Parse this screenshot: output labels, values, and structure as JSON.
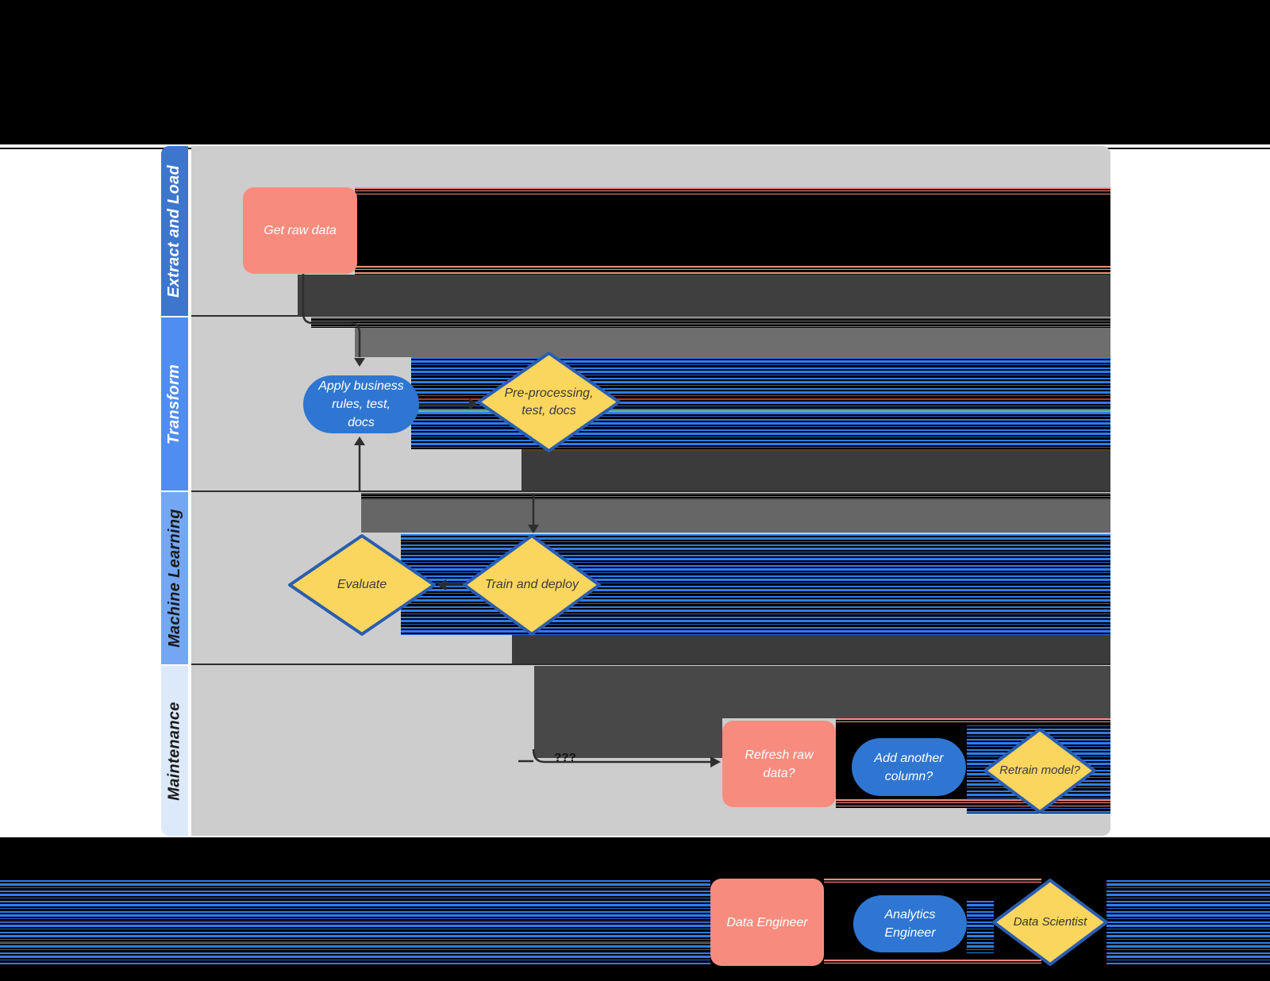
{
  "lanes": [
    {
      "label": "Extract and Load",
      "header_color": "#3C77CD",
      "text_color": "#FFFFFF"
    },
    {
      "label": "Transform",
      "header_color": "#4F8DF0",
      "text_color": "#FFFFFF"
    },
    {
      "label": "Machine Learning",
      "header_color": "#74A7F3",
      "text_color": "#1A1A1A"
    },
    {
      "label": "Maintenance",
      "header_color": "#DBE9FB",
      "text_color": "#1A1A1A"
    }
  ],
  "nodes": {
    "get_raw_data": {
      "label": "Get raw data",
      "type": "process",
      "lane": "Extract and Load"
    },
    "apply_business_rules": {
      "lines": [
        "Apply business",
        "rules, test,",
        "docs"
      ],
      "type": "subprocess",
      "lane": "Transform"
    },
    "pre_processing": {
      "lines": [
        "Pre-processing,",
        "test, docs"
      ],
      "type": "decision",
      "lane": "Transform"
    },
    "evaluate": {
      "label": "Evaluate",
      "type": "decision",
      "lane": "Machine Learning"
    },
    "train_and_deploy": {
      "label": "Train and deploy",
      "type": "decision",
      "lane": "Machine Learning"
    },
    "refresh_raw_data": {
      "lines": [
        "Refresh raw",
        "data?"
      ],
      "type": "process",
      "lane": "Maintenance"
    },
    "add_another_column": {
      "lines": [
        "Add another",
        "column?"
      ],
      "type": "subprocess",
      "lane": "Maintenance"
    },
    "retrain_model": {
      "label": "Retrain model?",
      "type": "decision",
      "lane": "Maintenance"
    }
  },
  "edges": {
    "maintenance_edge_label": "???"
  },
  "legend": {
    "data_engineer": {
      "label": "Data Engineer",
      "shape": "process"
    },
    "analytics_engineer": {
      "lines": [
        "Analytics",
        "Engineer"
      ],
      "shape": "subprocess"
    },
    "data_scientist": {
      "label": "Data Scientist",
      "shape": "decision"
    }
  },
  "colors": {
    "process_fill": "#F78C7E",
    "subprocess_fill": "#2E76D1",
    "decision_fill": "#FBD65E",
    "decision_border": "#2A5DB0",
    "lane_body": "#CDCDCD",
    "page_background": "#000000",
    "glitch_stripe_blue": "#2E7CF2"
  }
}
